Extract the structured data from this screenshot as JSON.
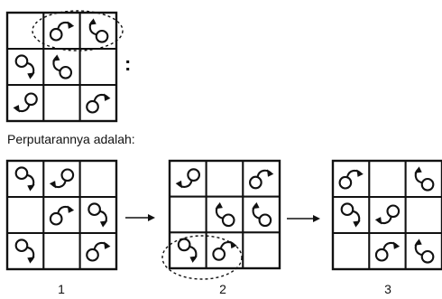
{
  "question": {
    "colon": ":",
    "caption": "Perputarannya adalah:"
  },
  "grids": [
    {
      "id": "example",
      "rows": 3,
      "cols": 3,
      "cells": [
        [
          "empty",
          "hook-right",
          "hook-up"
        ],
        [
          "hook-down",
          "hook-up",
          "empty"
        ],
        [
          "hook-left",
          "empty",
          "hook-right"
        ]
      ],
      "highlight": "top-right pair"
    },
    {
      "id": "step-1",
      "label": "1",
      "rows": 3,
      "cols": 3,
      "cells": [
        [
          "hook-down",
          "hook-left",
          "empty"
        ],
        [
          "empty",
          "hook-right",
          "hook-down"
        ],
        [
          "hook-down",
          "empty",
          "hook-right"
        ]
      ]
    },
    {
      "id": "step-2",
      "label": "2",
      "rows": 3,
      "cols": 3,
      "cells": [
        [
          "hook-left",
          "empty",
          "hook-right"
        ],
        [
          "empty",
          "hook-up",
          "hook-up"
        ],
        [
          "hook-down",
          "hook-right",
          "empty"
        ]
      ],
      "highlight": "bottom-left pair"
    },
    {
      "id": "step-3",
      "label": "3",
      "rows": 3,
      "cols": 3,
      "cells": [
        [
          "hook-right",
          "empty",
          "hook-up"
        ],
        [
          "hook-down",
          "hook-left",
          "empty"
        ],
        [
          "empty",
          "hook-right",
          "hook-up"
        ]
      ]
    }
  ]
}
